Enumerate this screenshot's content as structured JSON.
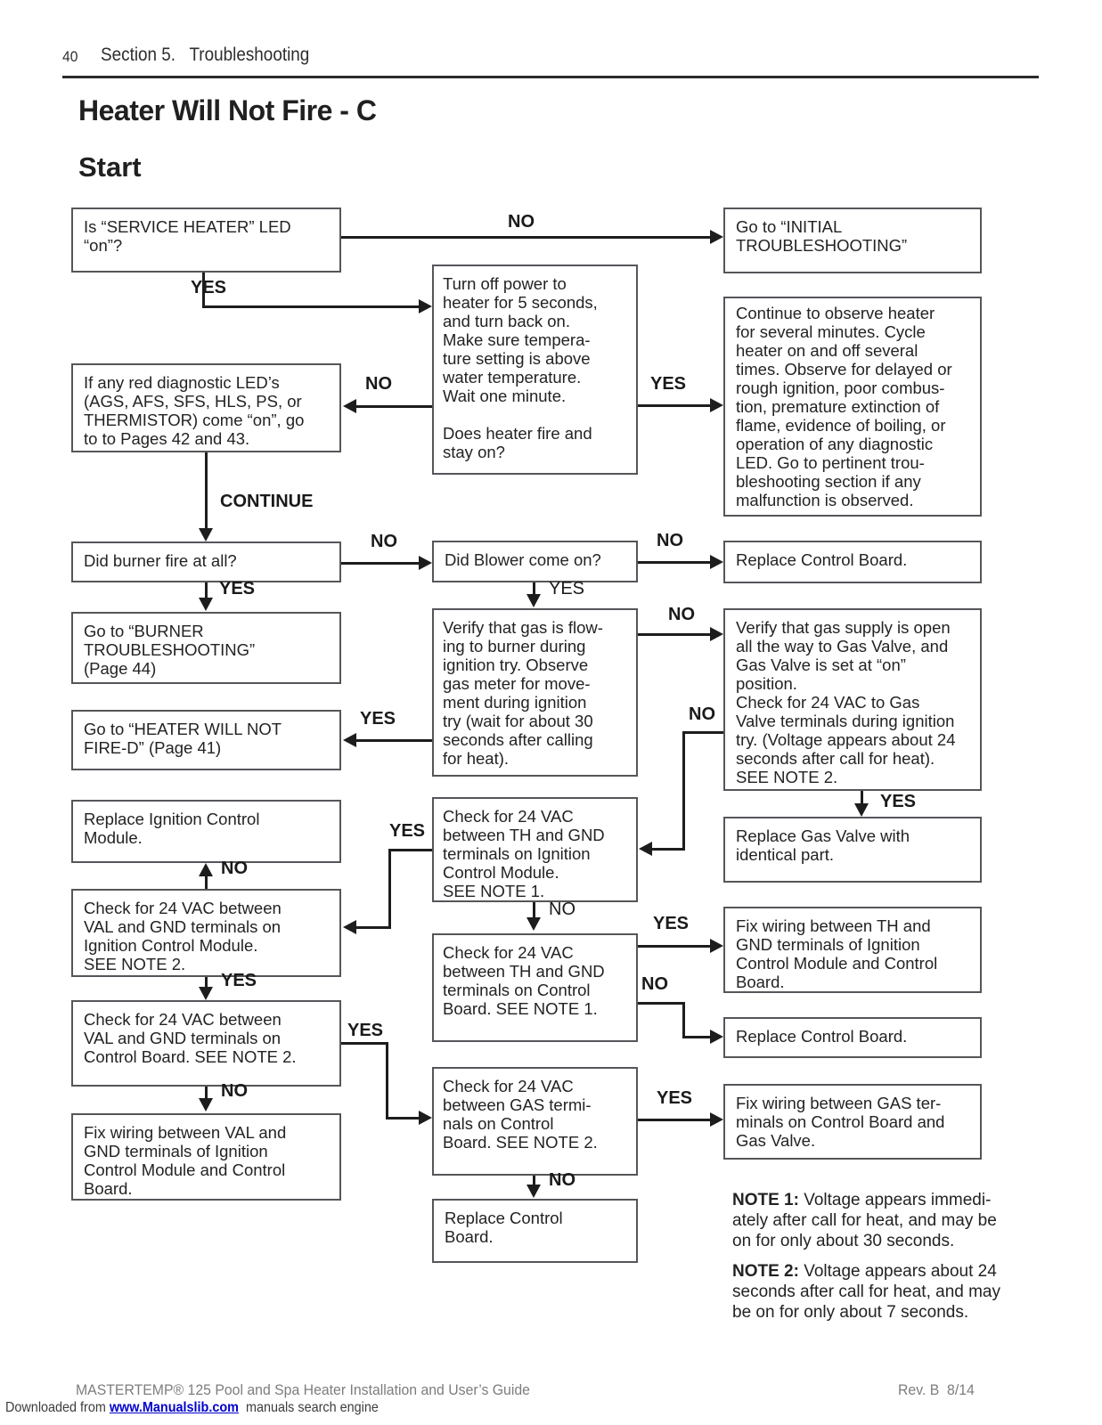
{
  "header": {
    "page_number": "40",
    "section_title": "Section 5.   Troubleshooting"
  },
  "title": "Heater Will Not Fire - C",
  "start_label": "Start",
  "labels": {
    "yes": "YES",
    "no": "NO",
    "continue": "CONTINUE"
  },
  "boxes": {
    "l1_service_led": "Is “SERVICE HEATER” LED\n“on”?",
    "r1_initial": "Go to “INITIAL\nTROUBLESHOOTING”",
    "m1_power_cycle": "Turn off  power to\nheater for 5 seconds,\nand turn back on.\nMake sure tempera-\nture setting is above\nwater temperature.\nWait one minute.\n\nDoes heater fire and\nstay on?",
    "l2_diag_leds": "If any red diagnostic LED’s\n(AGS, AFS, SFS, HLS, PS, or\nTHERMISTOR) come “on”, go\nto to Pages 42 and 43.",
    "r2_observe": "Continue to observe heater\nfor several minutes. Cycle\nheater on and off several\ntimes. Observe for delayed or\nrough ignition, poor combus-\ntion, premature extinction of\nflame, evidence of boiling, or\noperation of any diagnostic\nLED. Go to pertinent trou-\nbleshooting section if any\nmalfunction is observed.",
    "l4_burner_fire": "Did burner fire at all?",
    "m2_blower": "Did Blower come on?",
    "r3_replace_cb": "Replace Control Board.",
    "l5_burner_ts": "Go to “BURNER\nTROUBLESHOOTING”\n(Page 44)",
    "m3_gas_flowing": "Verify that gas is flow-\ning to burner during\nignition try. Observe\ngas meter for move-\nment during ignition\ntry (wait for about 30\nseconds after calling\nfor heat).",
    "r4_gas_supply": "Verify that gas supply is open\nall the way to Gas Valve, and\nGas Valve is set at “on”\nposition.\nCheck for 24 VAC to Gas\nValve terminals during ignition\ntry. (Voltage appears about 24\nseconds after call for heat).\nSEE NOTE 2.",
    "l6_fire_d": "Go to “HEATER WILL NOT\nFIRE-D” (Page 41)",
    "r5_gas_valve": "Replace Gas Valve with\nidentical part.",
    "l7_replace_icm": "Replace Ignition Control\nModule.",
    "m4_th_gnd_icm": "Check for 24 VAC\nbetween TH and GND\nterminals on Ignition\nControl Module.\nSEE NOTE 1.",
    "l8_val_gnd_icm": "Check for 24 VAC between\nVAL and GND terminals on\nIgnition Control Module.\nSEE NOTE 2.",
    "m5_th_gnd_cb": "Check for 24 VAC\nbetween TH and GND\nterminals on Control\nBoard. SEE NOTE 1.",
    "r6_fix_th_gnd": "Fix wiring between TH and\nGND terminals of Ignition\nControl Module and Control\nBoard.",
    "l9_val_gnd_cb": "Check for 24 VAC between\nVAL and GND terminals on\nControl Board. SEE NOTE 2.",
    "r7_replace_cb2": "Replace Control Board.",
    "m6_gas_cb": "Check for 24 VAC\nbetween GAS termi-\nnals on Control\nBoard. SEE NOTE 2.",
    "l10_fix_val_gnd": "Fix wiring between VAL and\nGND terminals of Ignition\nControl Module and Control\nBoard.",
    "r8_fix_gas": "Fix wiring between GAS ter-\nminals on Control Board and\nGas Valve.",
    "m7_replace_cb3": "Replace Control\nBoard."
  },
  "notes": {
    "note1_label": "NOTE 1:",
    "note1_text": " Voltage appears immedi-\nately after call for heat, and may be\non for only about 30 seconds.",
    "note2_label": "NOTE 2:",
    "note2_text": " Voltage appears about 24\nseconds after call for heat, and may\nbe on for only about 7 seconds."
  },
  "footer": {
    "guide_title": "MASTERTEMP® 125 Pool and Spa Heater Installation and User’s Guide",
    "revision": "Rev. B  8/14",
    "downloaded_prefix": "Downloaded from ",
    "downloaded_link": "www.Manualslib.com",
    "downloaded_suffix": "  manuals search engine"
  }
}
